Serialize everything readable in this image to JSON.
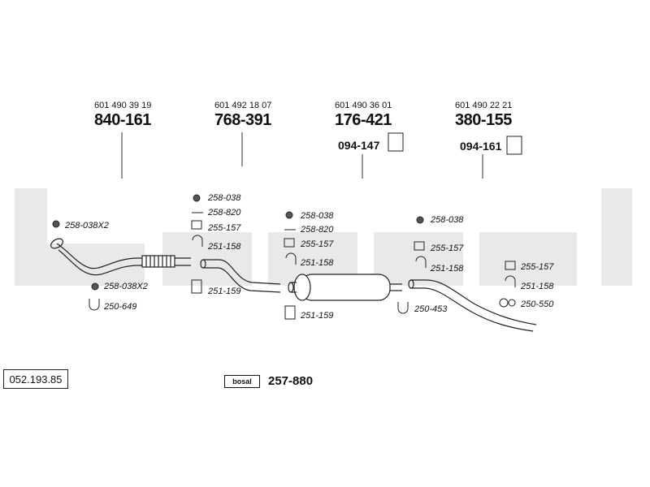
{
  "assemblies": [
    {
      "oem": "601 490 39 19",
      "part": "840-161"
    },
    {
      "oem": "601 492 18 07",
      "part": "768-391"
    },
    {
      "oem": "601 490 36 01",
      "part": "176-421",
      "sub": "094-147"
    },
    {
      "oem": "601 490 22 21",
      "part": "380-155",
      "sub": "094-161"
    }
  ],
  "fittings": {
    "g1": [
      "258-038X2",
      "258-038X2",
      "250-649"
    ],
    "g2": [
      "258-038",
      "258-820",
      "255-157",
      "251-158",
      "251-159"
    ],
    "g3": [
      "258-038",
      "258-820",
      "255-157",
      "251-158",
      "251-159",
      "250-453"
    ],
    "g4": [
      "258-038",
      "255-157",
      "251-158"
    ],
    "g5": [
      "255-157",
      "251-158",
      "250-550"
    ]
  },
  "diagram_code": "052.193.85",
  "kit": {
    "logo": "bosal",
    "part": "257-880"
  }
}
